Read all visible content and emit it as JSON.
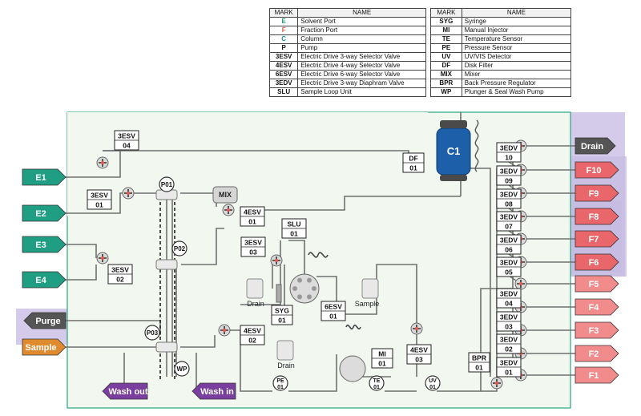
{
  "legend_left": {
    "header": [
      "MARK",
      "NAME"
    ],
    "rows": [
      [
        "E",
        "Solvent Port"
      ],
      [
        "F",
        "Fraction Port"
      ],
      [
        "C",
        "Column"
      ],
      [
        "P",
        "Pump"
      ],
      [
        "3ESV",
        "Electric Drive 3-way Selector Valve"
      ],
      [
        "4ESV",
        "Electric Drive 4-way Selector Valve"
      ],
      [
        "6ESV",
        "Electric Drive 6-way Selector Valve"
      ],
      [
        "3EDV",
        "Electric Drive 3-way Diaphram Valve"
      ],
      [
        "SLU",
        "Sample Loop Unit"
      ]
    ]
  },
  "legend_right": {
    "header": [
      "MARK",
      "NAME"
    ],
    "rows": [
      [
        "SYG",
        "Syringe"
      ],
      [
        "MI",
        "Manual Injector"
      ],
      [
        "TE",
        "Temperature Sensor"
      ],
      [
        "PE",
        "Pressure Sensor"
      ],
      [
        "UV",
        "UV/VIS Detector"
      ],
      [
        "DF",
        "Disk Filter"
      ],
      [
        "MIX",
        "Mixer"
      ],
      [
        "BPR",
        "Back Pressure Regulator"
      ],
      [
        "WP",
        "Plunger & Seal Wash Pump"
      ]
    ]
  },
  "solvent_ports": [
    "E1",
    "E2",
    "E3",
    "E4"
  ],
  "fraction_ports": [
    "F10",
    "F9",
    "F8",
    "F7",
    "F6",
    "F5",
    "F4",
    "F3",
    "F2",
    "F1"
  ],
  "other_ports": {
    "drain": "Drain",
    "purge": "Purge",
    "sample": "Sample",
    "wash_out": "Wash out",
    "wash_in": "Wash in"
  },
  "boxes": {
    "esv3_04": [
      "3ESV",
      "04"
    ],
    "esv3_01": [
      "3ESV",
      "01"
    ],
    "esv3_03": [
      "3ESV",
      "03"
    ],
    "esv3_02": [
      "3ESV",
      "02"
    ],
    "esv4_01": [
      "4ESV",
      "01"
    ],
    "esv4_02": [
      "4ESV",
      "02"
    ],
    "esv4_03": [
      "4ESV",
      "03"
    ],
    "esv6_01": [
      "6ESV",
      "01"
    ],
    "slu_01": [
      "SLU",
      "01"
    ],
    "syg_01": [
      "SYG",
      "01"
    ],
    "mi_01": [
      "MI",
      "01"
    ],
    "df_01": [
      "DF",
      "01"
    ],
    "bpr_01": [
      "BPR",
      "01"
    ],
    "edv": [
      [
        "3EDV",
        "10"
      ],
      [
        "3EDV",
        "09"
      ],
      [
        "3EDV",
        "08"
      ],
      [
        "3EDV",
        "07"
      ],
      [
        "3EDV",
        "06"
      ],
      [
        "3EDV",
        "05"
      ],
      [
        "3EDV",
        "04"
      ],
      [
        "3EDV",
        "03"
      ],
      [
        "3EDV",
        "02"
      ],
      [
        "3EDV",
        "01"
      ]
    ]
  },
  "pumps": {
    "p01": "P01",
    "p02": "P02",
    "p03": "P03",
    "wp": "WP"
  },
  "sensors": {
    "pe": [
      "PE",
      "01"
    ],
    "te": [
      "TE",
      "01"
    ],
    "uv": [
      "UV",
      "01"
    ]
  },
  "labels": {
    "mix": "MIX",
    "column": "C1",
    "drain_a": "Drain",
    "drain_b": "Drain",
    "sample_vessel": "Sample"
  },
  "colors": {
    "solvent": "#1f9e84",
    "fraction": "#e9676a",
    "fraction_light": "#f28b8b",
    "purple_band": "#c7bde3",
    "port_dark": "#555555",
    "sample_port": "#e08a2e",
    "wash_port": "#7a3e9e",
    "column": "#1d5fa8",
    "frame": "#2aa57f",
    "panel": "#f2f7f0"
  }
}
